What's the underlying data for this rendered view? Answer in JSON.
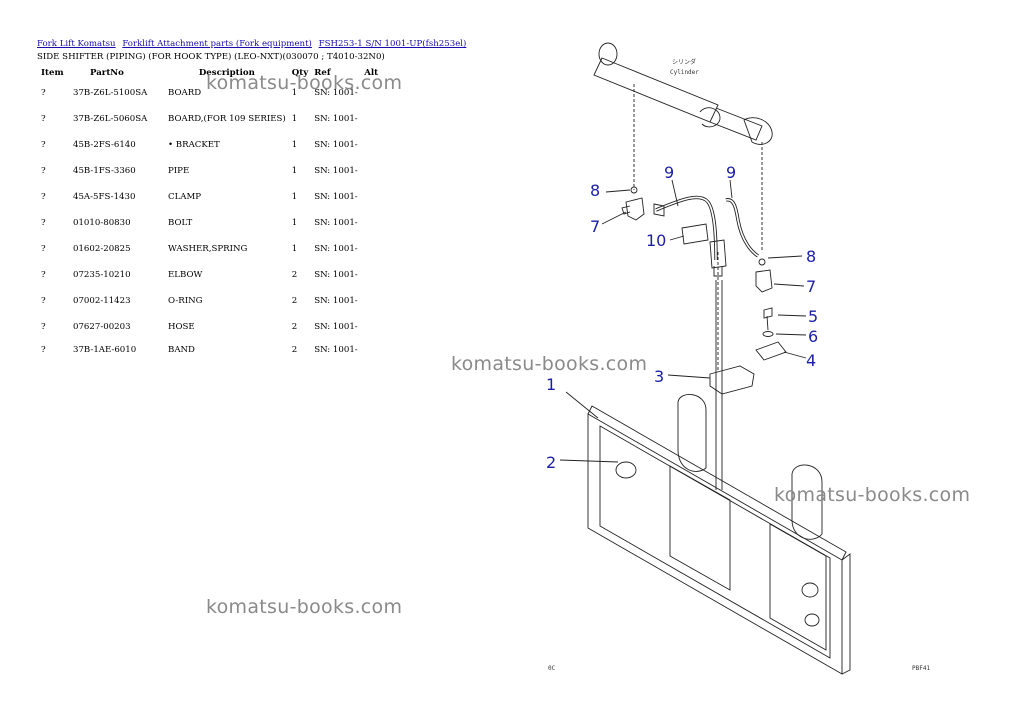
{
  "breadcrumb": [
    "Fork Lift Komatsu",
    "Forklift Attachment parts (Fork equipment)",
    "FSH253-1 S/N 1001-UP(fsh253el)"
  ],
  "subtitle": "SIDE SHIFTER (PIPING) (FOR HOOK TYPE) (LEO-NXT)(030070 ; T4010-32N0)",
  "table": {
    "headers": {
      "item": "Item",
      "partno": "PartNo",
      "description": "Description",
      "qty": "Qty",
      "ref": "Ref",
      "alt": "Alt"
    },
    "rows": [
      {
        "item": "?",
        "partno": "37B-Z6L-5100SA",
        "description": "BOARD",
        "qty": "1",
        "ref": "SN: 1001-"
      },
      {
        "item": "?",
        "partno": "37B-Z6L-5060SA",
        "description": "BOARD,(FOR 109 SERIES)",
        "qty": "1",
        "ref": "SN: 1001-"
      },
      {
        "item": "?",
        "partno": "45B-2FS-6140",
        "description": "• BRACKET",
        "qty": "1",
        "ref": "SN: 1001-"
      },
      {
        "item": "?",
        "partno": "45B-1FS-3360",
        "description": "PIPE",
        "qty": "1",
        "ref": "SN: 1001-"
      },
      {
        "item": "?",
        "partno": "45A-5FS-1430",
        "description": "CLAMP",
        "qty": "1",
        "ref": "SN: 1001-"
      },
      {
        "item": "?",
        "partno": "01010-80830",
        "description": "BOLT",
        "qty": "1",
        "ref": "SN: 1001-"
      },
      {
        "item": "?",
        "partno": "01602-20825",
        "description": "WASHER,SPRING",
        "qty": "1",
        "ref": "SN: 1001-"
      },
      {
        "item": "?",
        "partno": "07235-10210",
        "description": "ELBOW",
        "qty": "2",
        "ref": "SN: 1001-"
      },
      {
        "item": "?",
        "partno": "07002-11423",
        "description": "O-RING",
        "qty": "2",
        "ref": "SN: 1001-"
      },
      {
        "item": "?",
        "partno": "07627-00203",
        "description": "HOSE",
        "qty": "2",
        "ref": "SN: 1001-"
      },
      {
        "item": "?",
        "partno": "37B-1AE-6010",
        "description": "BAND",
        "qty": "2",
        "ref": "SN: 1001-"
      }
    ]
  },
  "watermarks": [
    "komatsu-books.com",
    "komatsu-books.com",
    "komatsu-books.com",
    "komatsu-books.com"
  ],
  "drawing": {
    "cylinder_jp": "シリンダ",
    "cylinder_en": "Cylinder",
    "callouts": [
      "1",
      "2",
      "3",
      "4",
      "5",
      "6",
      "7",
      "7",
      "8",
      "8",
      "9",
      "9",
      "10"
    ],
    "footer_left": "0C",
    "footer_right": "PBF41"
  }
}
